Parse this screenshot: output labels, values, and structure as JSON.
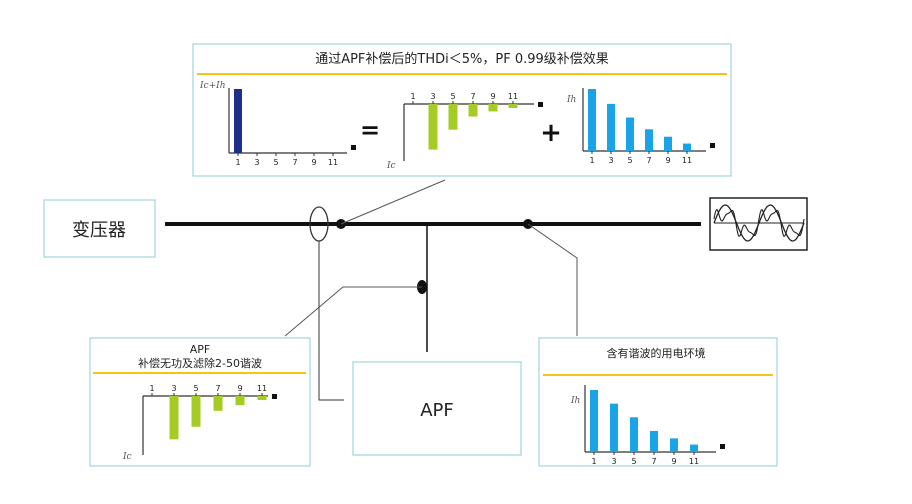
{
  "top_panel": {
    "title": "通过APF补偿后的THDi＜5%，PF 0.99级补偿效果",
    "axis_ic_ih": "Ic+Ih",
    "axis_ic": "Ic",
    "axis_ih": "Ih",
    "equals": "=",
    "plus": "+"
  },
  "transformer_label": "变压器",
  "apf_box_label": "APF",
  "left_panel": {
    "title_line1": "APF",
    "title_line2": "补偿无功及滤除2-50谐波",
    "axis_ic": "Ic"
  },
  "right_panel": {
    "title": "含有谐波的用电环境",
    "axis_ih": "Ih"
  },
  "harmonic_orders": [
    "1",
    "3",
    "5",
    "7",
    "9",
    "11"
  ],
  "colors": {
    "border": "#9fd6de",
    "title_rule": "#f2c318",
    "bus": "#111111",
    "combined_bar": "#1e2f8c",
    "compensation_bar": "#a4cc25",
    "harmonic_bar": "#1aa3e6"
  },
  "chart_data": [
    {
      "type": "bar",
      "title": "",
      "xlabel": "",
      "ylabel": "Ic+Ih",
      "categories": [
        "1",
        "3",
        "5",
        "7",
        "9",
        "11"
      ],
      "values": [
        10,
        0,
        0,
        0,
        0,
        0
      ],
      "ylim": [
        0,
        10
      ]
    },
    {
      "type": "bar",
      "title": "",
      "xlabel": "",
      "ylabel": "Ic",
      "categories": [
        "1",
        "3",
        "5",
        "7",
        "9",
        "11"
      ],
      "values": [
        0,
        -8,
        -4.5,
        -2.2,
        -1.3,
        -0.7
      ],
      "ylim": [
        -10,
        0
      ]
    },
    {
      "type": "bar",
      "title": "",
      "xlabel": "",
      "ylabel": "Ih",
      "categories": [
        "1",
        "3",
        "5",
        "7",
        "9",
        "11"
      ],
      "values": [
        10,
        7.6,
        5.4,
        3.5,
        2.3,
        1.2
      ],
      "ylim": [
        0,
        10
      ]
    },
    {
      "type": "bar",
      "title": "",
      "xlabel": "",
      "ylabel": "Ic",
      "categories": [
        "1",
        "3",
        "5",
        "7",
        "9",
        "11"
      ],
      "values": [
        0,
        -7.6,
        -5.4,
        -2.6,
        -1.6,
        -0.7
      ],
      "ylim": [
        -10,
        0
      ]
    },
    {
      "type": "bar",
      "title": "",
      "xlabel": "",
      "ylabel": "Ih",
      "categories": [
        "1",
        "3",
        "5",
        "7",
        "9",
        "11"
      ],
      "values": [
        10,
        7.8,
        5.6,
        3.4,
        2.2,
        1.2
      ],
      "ylim": [
        0,
        10
      ]
    }
  ]
}
